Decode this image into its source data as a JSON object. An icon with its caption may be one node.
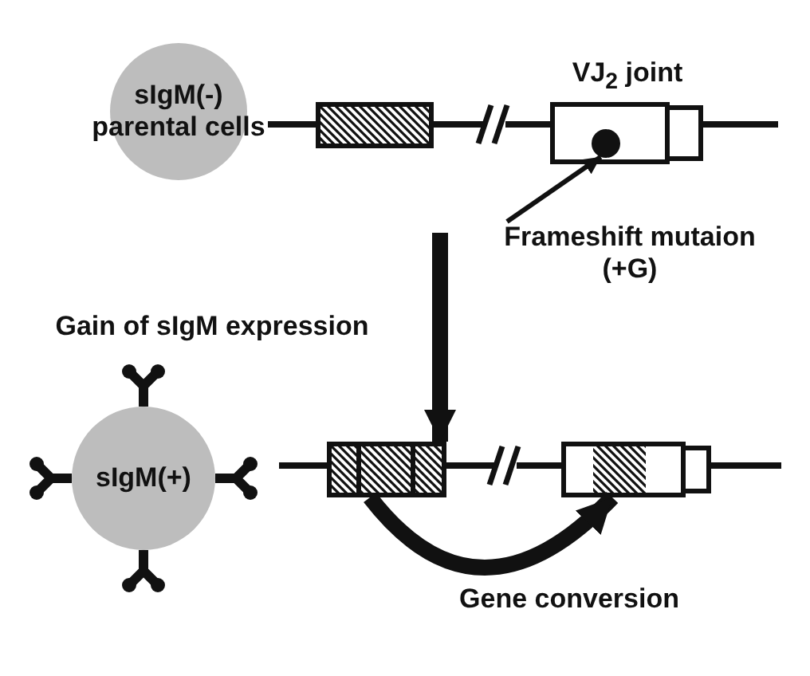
{
  "diagram": {
    "nodes": [
      {
        "text": [
          "sIgM(-) parental cells"
        ]
      },
      {
        "text": [],
        "shape": "box"
      },
      {
        "text": [
          "VJ$_{2}$ joint"
        ]
      },
      {
        "text": [],
        "shape": "circle",
        "in": 2
      },
      {
        "text": [
          "Frameshift mutaion (+G)"
        ]
      },
      {
        "text": [
          "sIgM(+)"
        ]
      },
      {
        "text": [],
        "shape": "box"
      },
      {
        "text": [],
        "shape": "box"
      }
    ],
    "edges": [
      {
        "from": 4,
        "to": 3,
        "arrow": "to"
      },
      {
        "from": null,
        "to": 6,
        "arrow": "to"
      },
      {
        "from": 6,
        "to": 7,
        "arrow": "to",
        "label": "Gene conversion"
      }
    ],
    "labels": [
      "Gain of sIgM expression"
    ]
  }
}
